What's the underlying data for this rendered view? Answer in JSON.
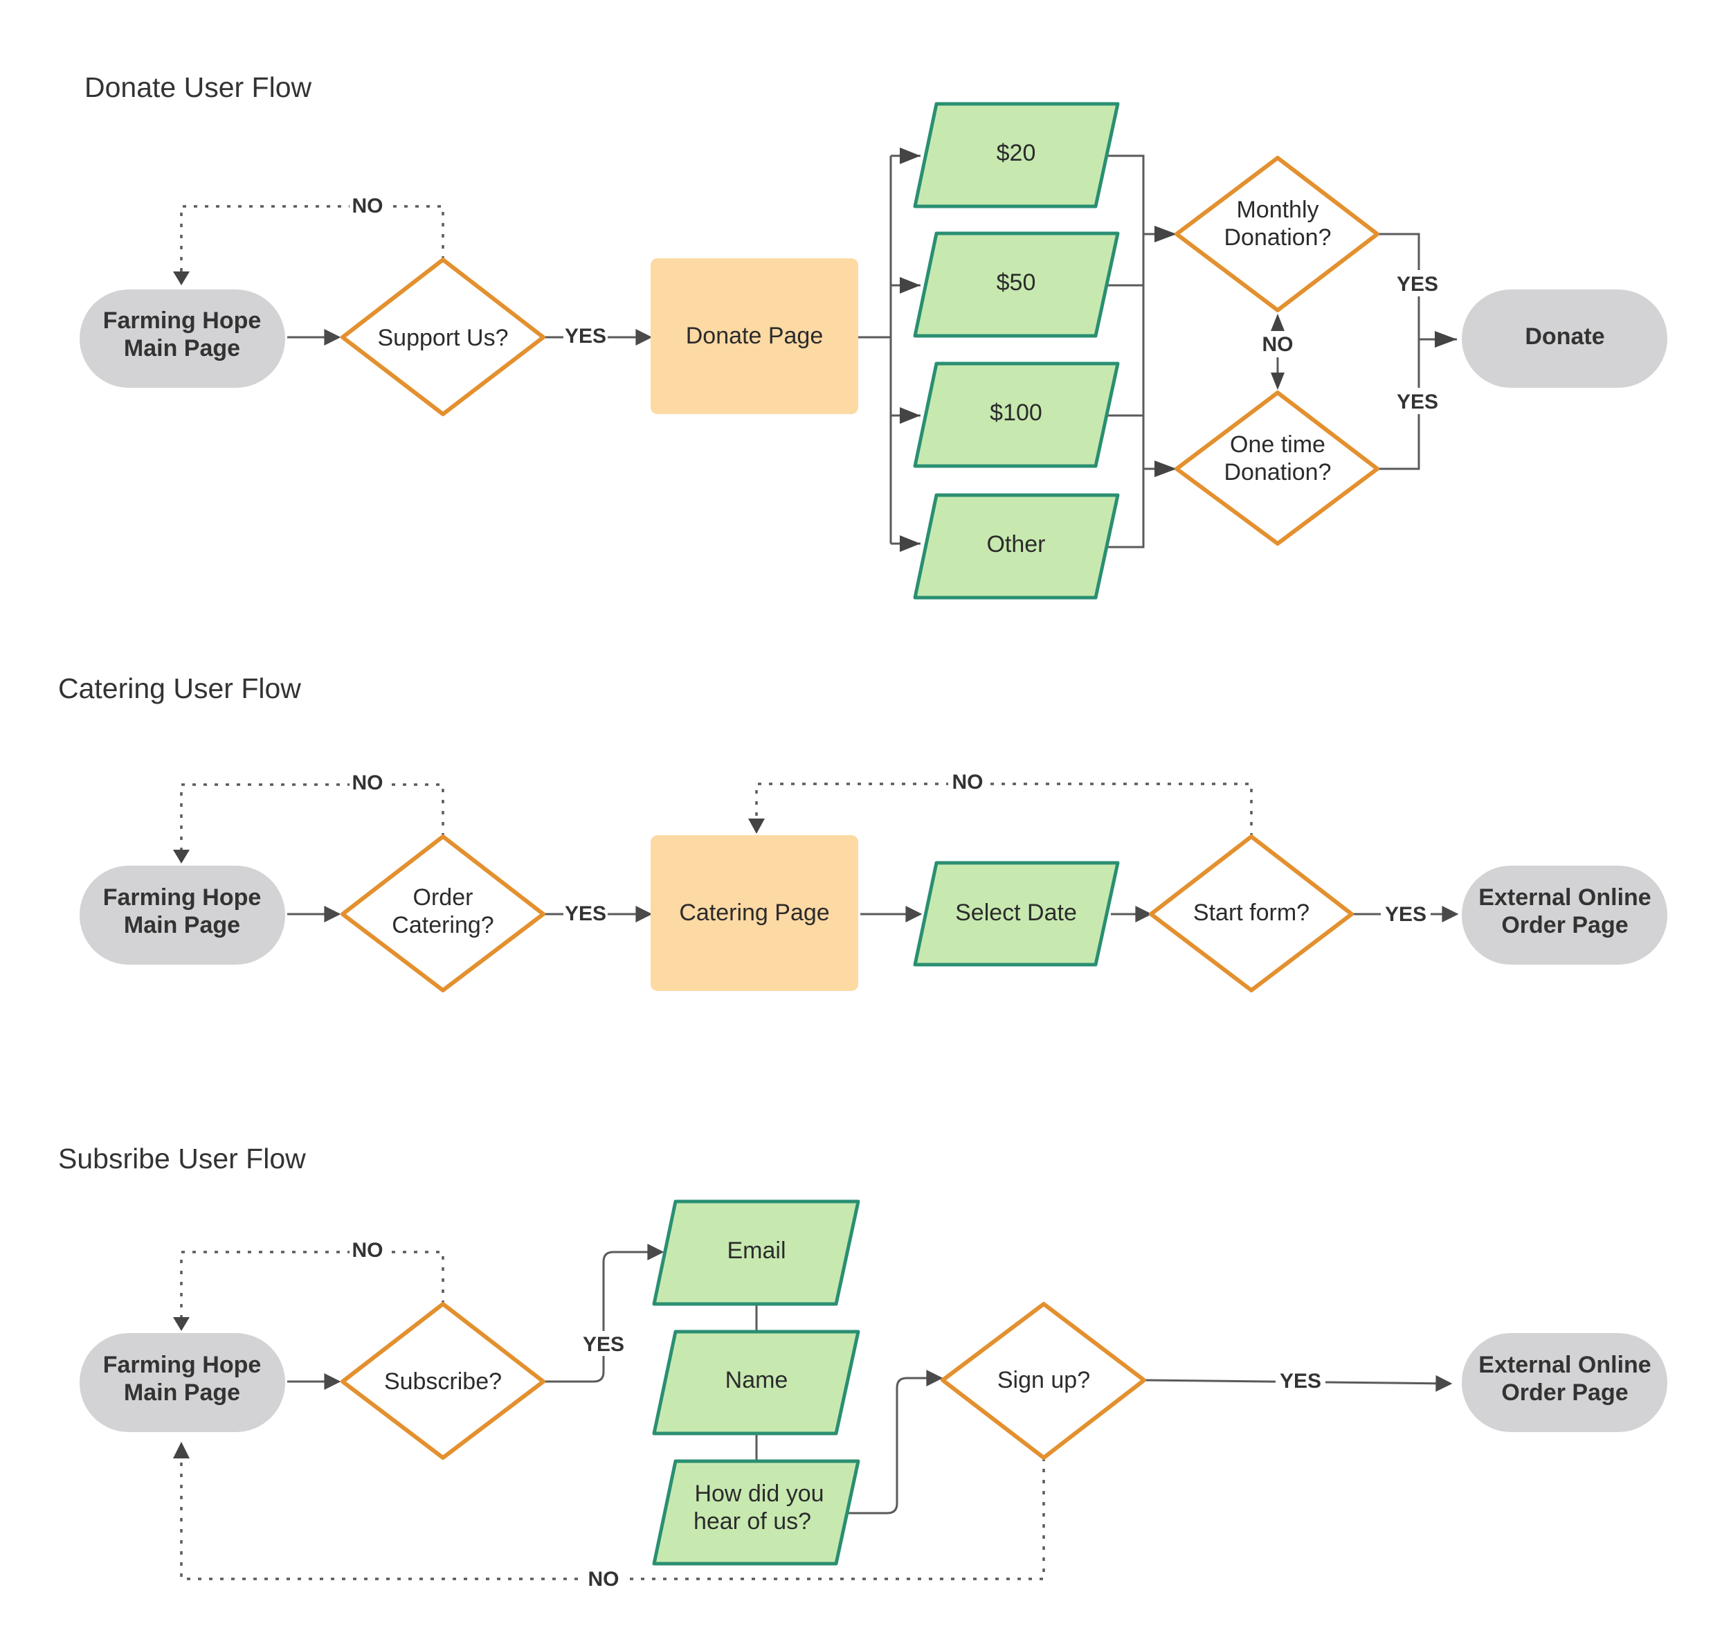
{
  "sections": {
    "donate": {
      "title": "Donate User Flow",
      "main_page": [
        "Farming Hope",
        "Main Page"
      ],
      "support_decision": "Support Us?",
      "donate_page": "Donate Page",
      "amounts": [
        "$20",
        "$50",
        "$100",
        "Other"
      ],
      "monthly_decision": [
        "Monthly",
        "Donation?"
      ],
      "onetime_decision": [
        "One time",
        "Donation?"
      ],
      "donate_end": "Donate",
      "labels": {
        "no": "NO",
        "yes": "YES",
        "monthly_yes": "YES",
        "onetime_yes": "YES",
        "between_no": "NO"
      }
    },
    "catering": {
      "title": "Catering User Flow",
      "main_page": [
        "Farming Hope",
        "Main Page"
      ],
      "order_decision": [
        "Order",
        "Catering?"
      ],
      "catering_page": "Catering Page",
      "select_date": "Select Date",
      "start_form": "Start form?",
      "external": [
        "External Online",
        "Order Page"
      ],
      "labels": {
        "no": "NO",
        "yes": "YES",
        "form_no": "NO",
        "form_yes": "YES"
      }
    },
    "subscribe": {
      "title": "Subsribe User Flow",
      "main_page": [
        "Farming Hope",
        "Main Page"
      ],
      "subscribe_decision": "Subscribe?",
      "email": "Email",
      "name": "Name",
      "hear": [
        "How did you",
        "hear of us?"
      ],
      "signup": "Sign up?",
      "external": [
        "External Online",
        "Order Page"
      ],
      "labels": {
        "no": "NO",
        "yes": "YES",
        "signup_yes": "YES",
        "signup_no": "NO"
      }
    }
  },
  "colors": {
    "terminal": "#d3d3d5",
    "process": "#fdd9a4",
    "io_fill": "#c7e9b0",
    "io_stroke": "#2a8f72",
    "decision_stroke": "#e3902e",
    "edge": "#5a5a5a"
  }
}
